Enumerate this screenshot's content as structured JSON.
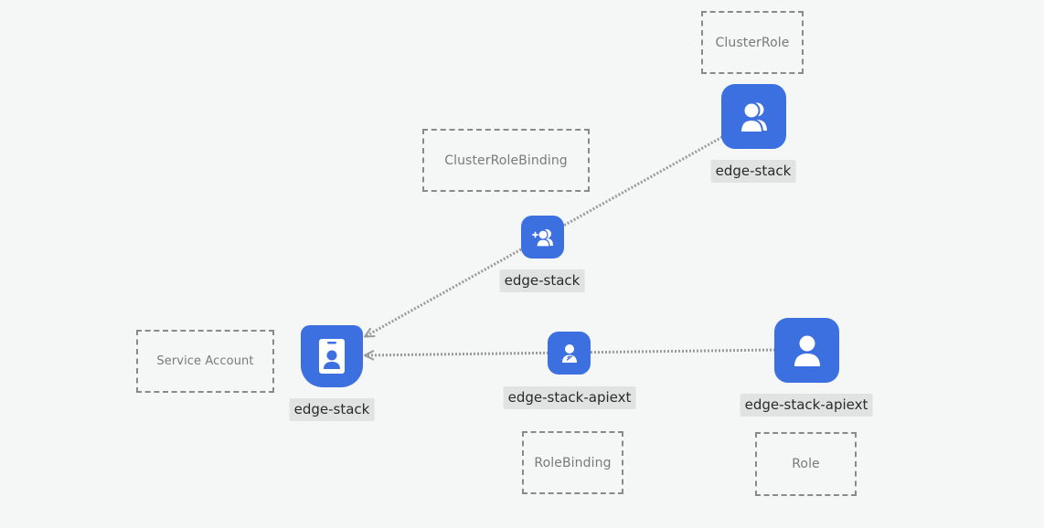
{
  "type_labels": {
    "cluster_role": "ClusterRole",
    "cluster_role_binding": "ClusterRoleBinding",
    "service_account": "Service Account",
    "role_binding": "RoleBinding",
    "role": "Role"
  },
  "nodes": {
    "cluster_role": {
      "label": "edge-stack",
      "icon": "users-icon"
    },
    "cluster_role_binding": {
      "label": "edge-stack",
      "icon": "user-add-icon"
    },
    "service_account": {
      "label": "edge-stack",
      "icon": "id-badge-icon"
    },
    "role_binding": {
      "label": "edge-stack-apiext",
      "icon": "user-link-icon"
    },
    "role": {
      "label": "edge-stack-apiext",
      "icon": "user-icon"
    }
  },
  "edges": [
    {
      "from": "cluster_role",
      "to": "service_account",
      "via": "cluster_role_binding"
    },
    {
      "from": "role",
      "to": "service_account",
      "via": "role_binding"
    }
  ],
  "colors": {
    "node": "#3c6fe0",
    "edge": "#9a9a9a",
    "background": "#f5f6f6",
    "label_bg": "#e1e2e2"
  }
}
